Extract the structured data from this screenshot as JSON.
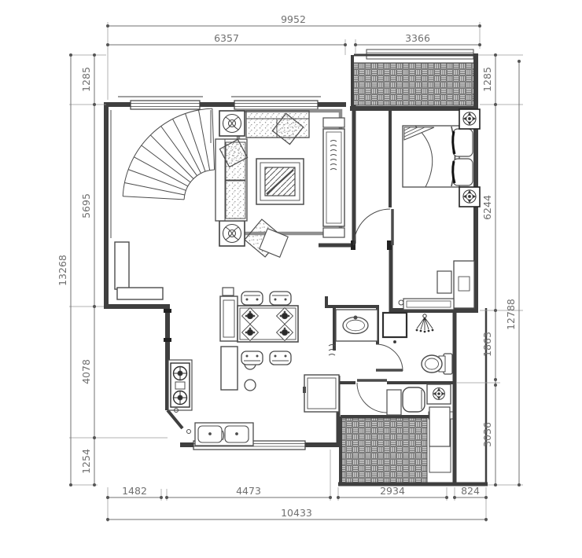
{
  "dims": {
    "top_overall": "9952",
    "top_left": "6357",
    "top_right": "3366",
    "left_overall": "13268",
    "left_1": "1285",
    "left_2": "5695",
    "left_3": "4078",
    "left_4": "1254",
    "right_overall": "12788",
    "right_1": "1285",
    "right_2": "6244",
    "right_3": "1863",
    "right_4": "3036",
    "bottom_overall": "10433",
    "bottom_1": "1482",
    "bottom_2": "4473",
    "bottom_3": "2934",
    "bottom_4": "824"
  },
  "colors": {
    "wall": "#3f3f3f",
    "furniture": "#4c4c4c",
    "dimension": "#707070",
    "accent_frame": "#8f8f8f",
    "hatch_fill": "#cfcfcf"
  },
  "features": [
    "curved-staircase",
    "sofa-set",
    "coffee-table",
    "tv-cabinet",
    "plant-box",
    "double-bed",
    "nightstand-compass",
    "wardrobe",
    "balcony-basketweave",
    "dining-table",
    "dining-chairs",
    "bar-counter",
    "stools",
    "gas-stove",
    "double-sink",
    "refrigerator",
    "wash-basin",
    "shower-head",
    "shower-tray",
    "toilet",
    "desk-chair"
  ]
}
